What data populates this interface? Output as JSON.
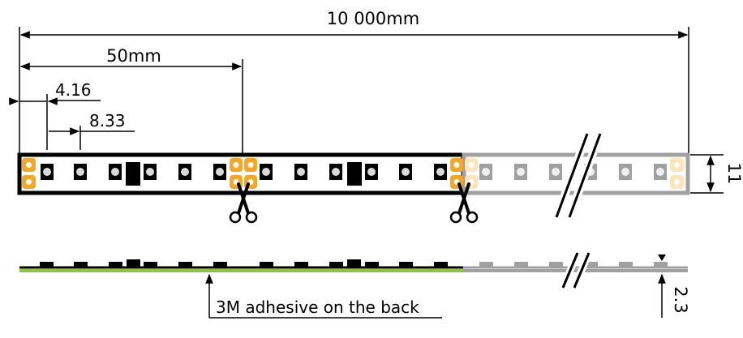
{
  "dimensions": {
    "total_length": "10 000mm",
    "cut_segment": "50mm",
    "led_pitch": "4.16",
    "double_pitch": "8.33",
    "width": "11",
    "thickness": "2.3"
  },
  "annotations": {
    "adhesive": "3M adhesive on the back"
  },
  "colors": {
    "strip_active": "#000000",
    "strip_faded": "#a0a0a0",
    "solder_pad": "#f5a623",
    "solder_pad_faded": "#fbe5bd",
    "adhesive_layer": "#8cc63f",
    "led": "#d9d9d9"
  },
  "icons": [
    "scissors-icon",
    "scissors-icon",
    "break-mark-icon"
  ]
}
